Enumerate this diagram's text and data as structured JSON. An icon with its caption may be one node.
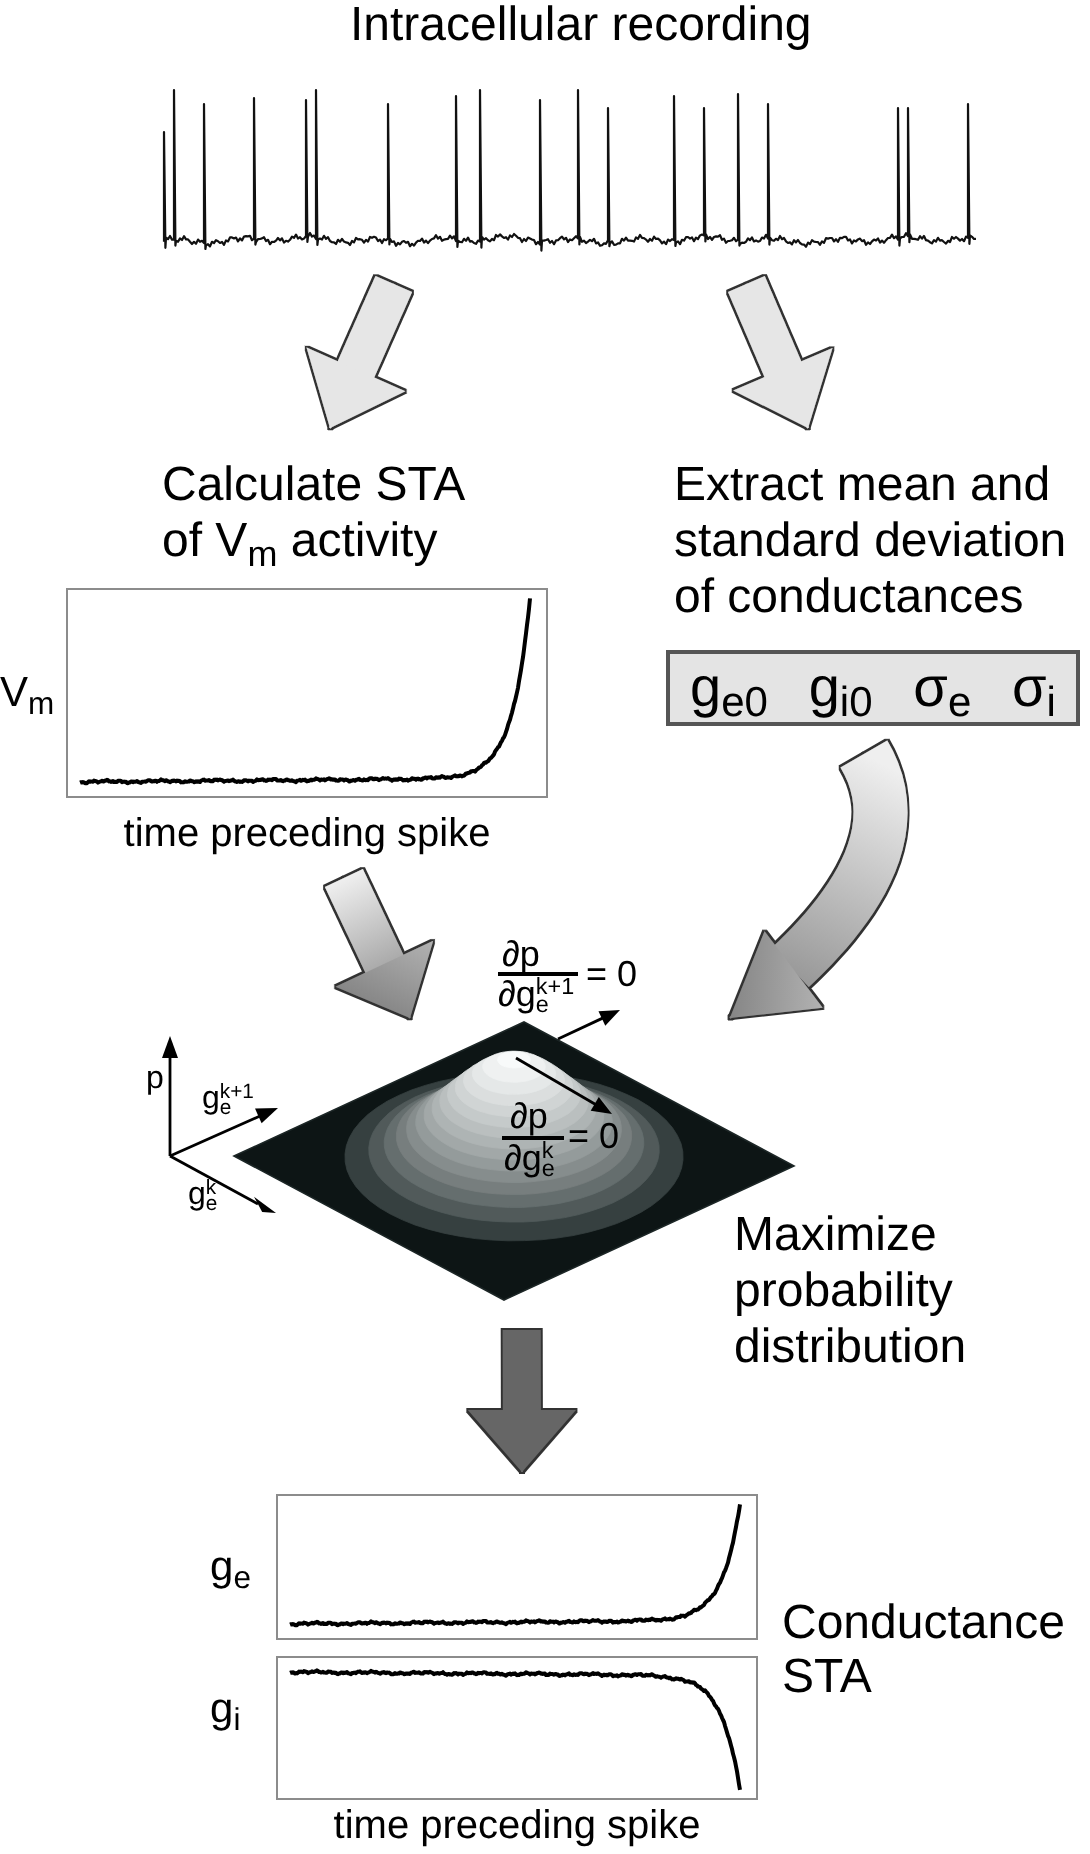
{
  "diagram": {
    "nodes": [
      {
        "text": [
          "Intracellular recording"
        ]
      },
      {
        "text": [
          "Calculate STA of V$_{m}$ activity"
        ]
      },
      {
        "text": [
          "Extract mean and standard deviation of conductances"
        ]
      },
      {
        "text": [
          "V$_{m}$",
          "time preceding spike"
        ]
      },
      {
        "text": [
          "g$_{e0}$",
          "g$_{i0}$",
          "σ$_{e}$",
          "σ$_{i}$"
        ]
      },
      {
        "text": [
          "∂p",
          "∂g$_{e}$$^{k}$",
          "= 0"
        ],
        "beside": [
          "∂p",
          "∂g$_{e}$$^{k+1}$",
          "= 0",
          "p",
          "g$_{e}$$^{k+1}$",
          "g$_{e}$$^{k}$",
          "Maximize probability distribution"
        ]
      },
      {
        "text": [
          "g$_{e}$"
        ]
      },
      {
        "text": [
          "g$_{i}$",
          "time preceding spike"
        ]
      }
    ],
    "edges": [
      {
        "from": 0,
        "to": 1,
        "arrow": "to"
      },
      {
        "from": 0,
        "to": 2,
        "arrow": "to"
      },
      {
        "from": 3,
        "to": 5,
        "arrow": "to",
        "color": "#808080"
      },
      {
        "from": 4,
        "to": 5,
        "arrow": "to",
        "color": "#808080"
      },
      {
        "from": 5,
        "to": 6,
        "arrow": "to",
        "color": "#666666"
      }
    ],
    "labels": [
      "Conductance STA"
    ]
  }
}
